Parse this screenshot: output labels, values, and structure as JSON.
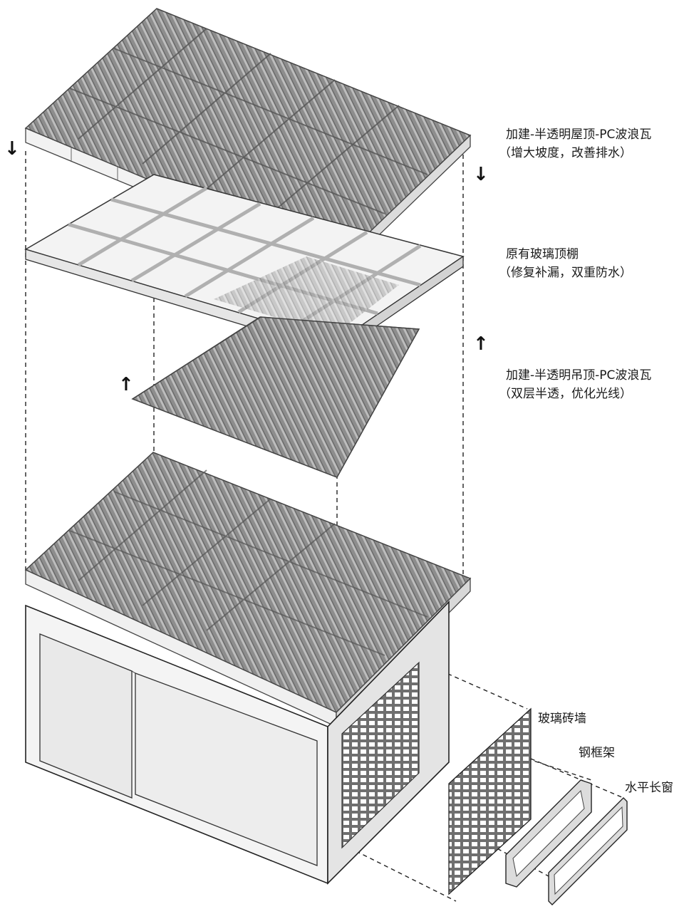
{
  "labels": {
    "roof_title": "加建-半透明屋顶-PC波浪瓦",
    "roof_note": "（增大坡度，改善排水）",
    "glass_title": "原有玻璃顶棚",
    "glass_note": "（修复补漏，双重防水）",
    "ceiling_title": "加建-半透明吊顶-PC波浪瓦",
    "ceiling_note": "（双层半透，优化光线）",
    "glass_block": "玻璃砖墙",
    "steel_frame": "钢框架",
    "window": "水平长窗"
  },
  "arrows": {
    "down": "↓",
    "up": "↑"
  },
  "colors": {
    "roof_fill": "#8f8f8f",
    "roof_stroke": "#4a4a4a",
    "glass_fill": "#f1f1f1",
    "ceiling_fill": "#9a9a9a",
    "wall_fill": "#f3f3f3",
    "line": "#222222"
  }
}
